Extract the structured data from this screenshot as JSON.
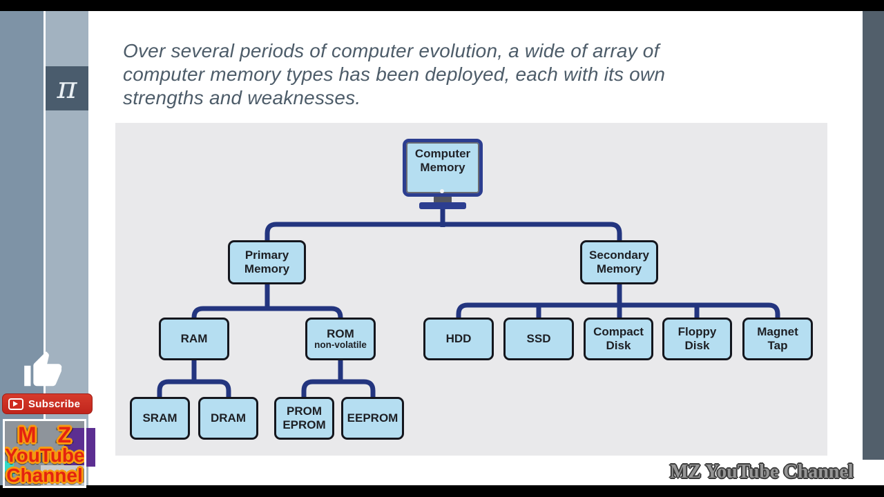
{
  "intro": {
    "lines": [
      "Over several periods of computer evolution, a wide of array of",
      "computer memory types has been deployed, each with its own",
      "strengths and weaknesses."
    ]
  },
  "nodes": {
    "root": {
      "label": "Computer Memory"
    },
    "primary": {
      "label": "Primary Memory"
    },
    "secondary": {
      "label": "Secondary Memory"
    },
    "ram": {
      "label": "RAM"
    },
    "rom": {
      "label": "ROM",
      "subtitle": "non-volatile"
    },
    "sram": {
      "label": "SRAM"
    },
    "dram": {
      "label": "DRAM"
    },
    "prom": {
      "label": "PROM EPROM"
    },
    "eeprom": {
      "label": "EEPROM"
    },
    "hdd": {
      "label": "HDD"
    },
    "ssd": {
      "label": "SSD"
    },
    "compact": {
      "label": "Compact Disk"
    },
    "floppy": {
      "label": "Floppy Disk"
    },
    "magnet": {
      "label": "Magnet Tap"
    }
  },
  "sidebar": {
    "pi_symbol": "π",
    "subscribe_label": "Subscribe",
    "logo_line1": "M Z",
    "logo_line2": "YouTube",
    "logo_line3": "Channel"
  },
  "watermark_text": "MZ YouTube Channel",
  "colors": {
    "connector": "#23357f",
    "node_fill": "#b5def1",
    "node_border": "#14161d",
    "panel_bg": "#e9e9eb",
    "sidebar_dark": "#7e93a6",
    "sidebar_light": "#a2b2c0",
    "sidebar_right": "#525f6b",
    "pi_box": "#4a5c6d",
    "subscribe_red": "#c0251c",
    "logo_purple": "#5c2e91",
    "logo_teal": "#35d9c5",
    "logo_red": "#e42310",
    "intro_text": "#4d5c69"
  }
}
